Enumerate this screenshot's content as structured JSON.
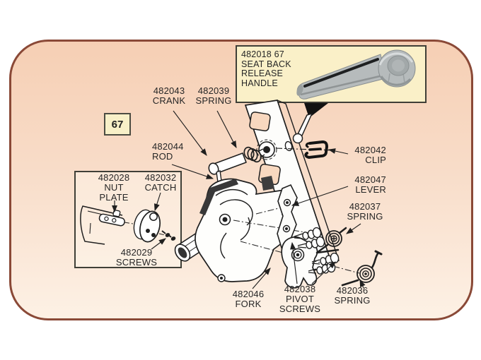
{
  "diagram": {
    "fig_ref": "67",
    "inset": {
      "lines": [
        "482018  67",
        "SEAT BACK",
        "RELEASE",
        "HANDLE"
      ]
    },
    "callouts": [
      {
        "id": "crank",
        "number": "482043",
        "name": "CRANK"
      },
      {
        "id": "spring-upper",
        "number": "482039",
        "name": "SPRING"
      },
      {
        "id": "rod",
        "number": "482044",
        "name": "ROD"
      },
      {
        "id": "clip",
        "number": "482042",
        "name": "CLIP"
      },
      {
        "id": "lever",
        "number": "482047",
        "name": "LEVER"
      },
      {
        "id": "spring-right",
        "number": "482037",
        "name": "SPRING"
      },
      {
        "id": "spring-lower",
        "number": "482036",
        "name": "SPRING"
      },
      {
        "id": "pivot-screws",
        "number": "482038",
        "name": "PIVOT SCREWS"
      },
      {
        "id": "fork",
        "number": "482046",
        "name": "FORK"
      },
      {
        "id": "nut-plate",
        "number": "482028",
        "name": "NUT PLATE"
      },
      {
        "id": "catch",
        "number": "482032",
        "name": "CATCH"
      },
      {
        "id": "screws",
        "number": "482029",
        "name": "SCREWS"
      }
    ],
    "colors": {
      "plate_gradient_top": "#f6cfb4",
      "plate_gradient_bottom": "#fdf1e5",
      "plate_border": "#8a4937",
      "inset_background": "#faf0c8",
      "inset_border": "#3f3f37",
      "ink": "#1f1f1f",
      "handle_gray": "#b6bbbc"
    }
  }
}
